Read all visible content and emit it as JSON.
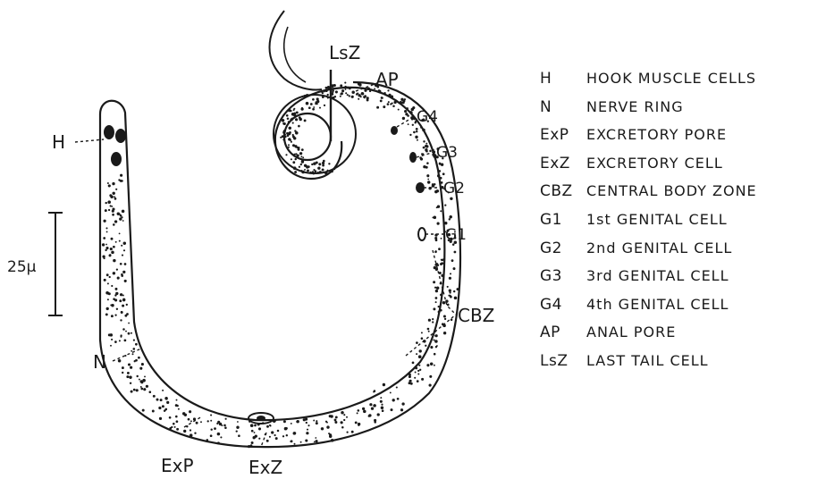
{
  "labels": {
    "H": "H",
    "N": "N",
    "ExP": "ExP",
    "ExZ": "ExZ",
    "LsZ": "LsZ",
    "AP": "AP",
    "G4": "G4",
    "G3": "G3",
    "G2": "G2",
    "G1": "G1",
    "CBZ": "CBZ",
    "scale": "25μ"
  },
  "legend": [
    {
      "abbr": "H",
      "desc": "HOOK MUSCLE CELLS"
    },
    {
      "abbr": "N",
      "desc": "NERVE RING"
    },
    {
      "abbr": "ExP",
      "desc": "EXCRETORY PORE"
    },
    {
      "abbr": "ExZ",
      "desc": "EXCRETORY CELL"
    },
    {
      "abbr": "CBZ",
      "desc": "CENTRAL BODY ZONE"
    },
    {
      "abbr": "G1",
      "desc": "1st GENITAL CELL"
    },
    {
      "abbr": "G2",
      "desc": "2nd GENITAL CELL"
    },
    {
      "abbr": "G3",
      "desc": "3rd GENITAL CELL"
    },
    {
      "abbr": "G4",
      "desc": "4th GENITAL CELL"
    },
    {
      "abbr": "AP",
      "desc": "ANAL PORE"
    },
    {
      "abbr": "LsZ",
      "desc": "LAST TAIL CELL"
    }
  ],
  "colors": {
    "ink": "#1a1a1a",
    "paper": "#ffffff"
  }
}
